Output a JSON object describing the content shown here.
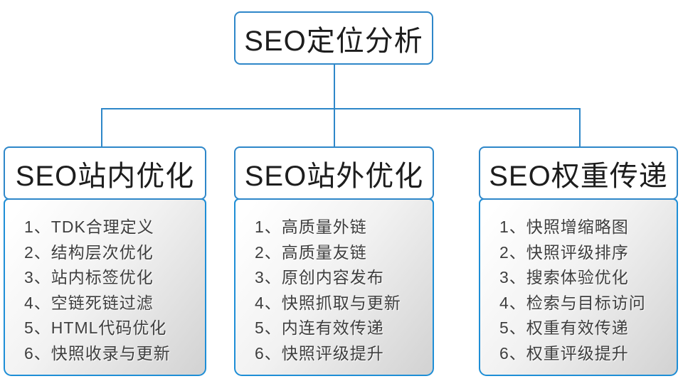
{
  "diagram": {
    "root": {
      "title": "SEO定位分析"
    },
    "branches": [
      {
        "header": "SEO站内优化",
        "items": [
          "1、TDK合理定义",
          "2、结构层次优化",
          "3、站内标签优化",
          "4、空链死链过滤",
          "5、HTML代码优化",
          "6、快照收录与更新"
        ]
      },
      {
        "header": "SEO站外优化",
        "items": [
          "1、高质量外链",
          "2、高质量友链",
          "3、原创内容发布",
          "4、快照抓取与更新",
          "5、内连有效传递",
          "6、快照评级提升"
        ]
      },
      {
        "header": "SEO权重传递",
        "items": [
          "1、快照增缩略图",
          "2、快照评级排序",
          "3、搜索体验优化",
          "4、检索与目标访问",
          "5、权重有效传递",
          "6、权重评级提升"
        ]
      }
    ],
    "colors": {
      "box_border_blue": "#2E87C9",
      "panel_border_blue": "#1E8ED6",
      "connector_blue": "#2E87C9",
      "header_text": "#1D1D1D",
      "item_text": "#3E3E3E",
      "panel_gradient_top": "#FFFFFF",
      "panel_gradient_bottom": "#D2D2D2"
    }
  }
}
